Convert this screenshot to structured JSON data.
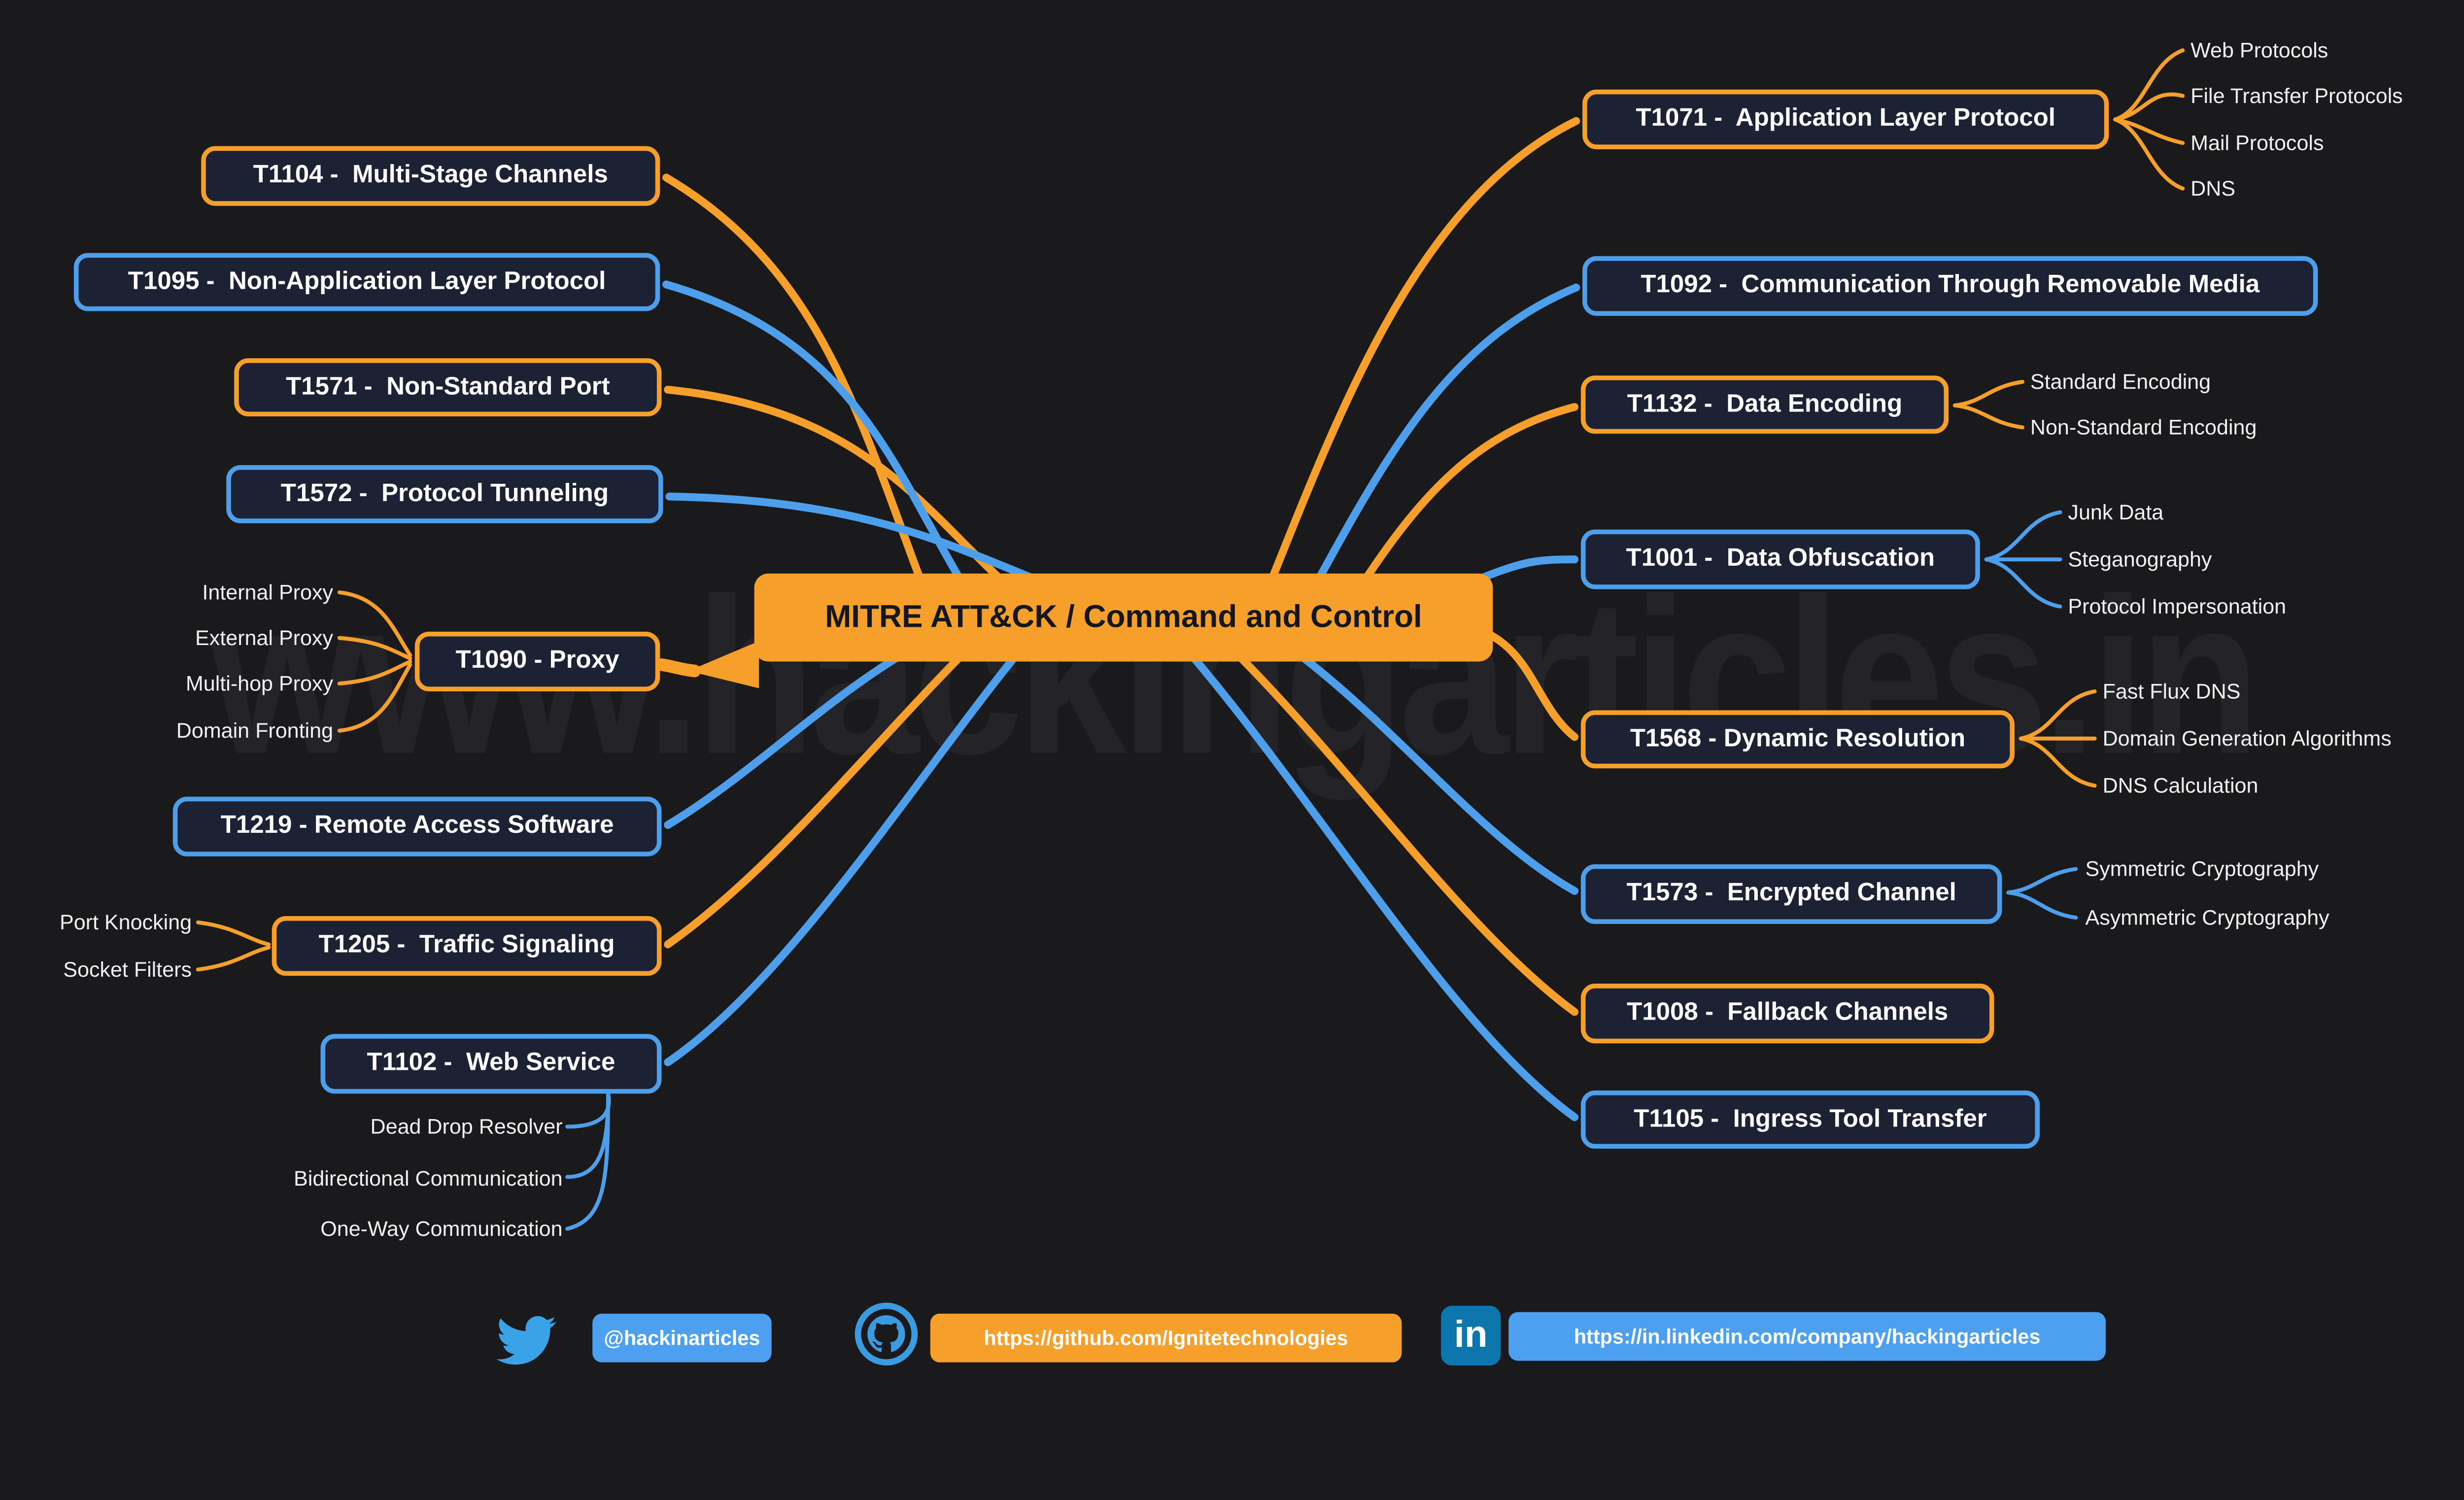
{
  "title": "MITRE ATT&CK / Command and Control",
  "watermark": "www.hackingarticles.in",
  "colors": {
    "background": "#1a1a1c",
    "node_fill": "#1c2134",
    "orange": "#f6a02b",
    "blue": "#4d9fec",
    "twitter_blue": "#3aa3e8",
    "linkedin_blue": "#0d76ad",
    "watermark_gray": "#242428"
  },
  "nodes": [
    {
      "id": "T1104",
      "label": "T1104 -  Multi-Stage Channels",
      "color": "orange",
      "children": []
    },
    {
      "id": "T1095",
      "label": "T1095 -  Non-Application Layer Protocol",
      "color": "blue",
      "children": []
    },
    {
      "id": "T1571",
      "label": "T1571 -  Non-Standard Port",
      "color": "orange",
      "children": []
    },
    {
      "id": "T1572",
      "label": "T1572 -  Protocol Tunneling",
      "color": "blue",
      "children": []
    },
    {
      "id": "T1090",
      "label": "T1090 - Proxy",
      "color": "orange",
      "children": [
        "Internal Proxy",
        "External Proxy",
        "Multi-hop Proxy",
        "Domain Fronting"
      ]
    },
    {
      "id": "T1219",
      "label": "T1219 - Remote Access Software",
      "color": "blue",
      "children": []
    },
    {
      "id": "T1205",
      "label": "T1205 -  Traffic Signaling",
      "color": "orange",
      "children": [
        "Port Knocking",
        "Socket Filters"
      ]
    },
    {
      "id": "T1102",
      "label": "T1102 -  Web Service",
      "color": "blue",
      "children": [
        "Dead Drop Resolver",
        "Bidirectional Communication",
        "One-Way Communication"
      ]
    },
    {
      "id": "T1071",
      "label": "T1071 -  Application Layer Protocol",
      "color": "orange",
      "children": [
        "Web Protocols",
        "File Transfer Protocols",
        "Mail Protocols",
        "DNS"
      ]
    },
    {
      "id": "T1092",
      "label": "T1092 -  Communication Through Removable Media",
      "color": "blue",
      "children": []
    },
    {
      "id": "T1132",
      "label": "T1132 -  Data Encoding",
      "color": "orange",
      "children": [
        "Standard Encoding",
        "Non-Standard Encoding"
      ]
    },
    {
      "id": "T1001",
      "label": "T1001 -  Data Obfuscation",
      "color": "blue",
      "children": [
        "Junk Data",
        "Steganography",
        "Protocol Impersonation"
      ]
    },
    {
      "id": "T1568",
      "label": "T1568 - Dynamic Resolution",
      "color": "orange",
      "children": [
        "Fast Flux DNS",
        "Domain Generation Algorithms",
        "DNS Calculation"
      ]
    },
    {
      "id": "T1573",
      "label": "T1573 -  Encrypted Channel",
      "color": "blue",
      "children": [
        "Symmetric Cryptography",
        "Asymmetric Cryptography"
      ]
    },
    {
      "id": "T1008",
      "label": "T1008 -  Fallback Channels",
      "color": "orange",
      "children": []
    },
    {
      "id": "T1105",
      "label": "T1105 -  Ingress Tool Transfer",
      "color": "blue",
      "children": []
    }
  ],
  "footer": {
    "twitter": {
      "icon": "twitter-bird",
      "label": "@hackinarticles"
    },
    "github": {
      "icon": "github-octocat",
      "label": "https://github.com/Ignitetechnologies"
    },
    "linkedin": {
      "icon": "linkedin-in",
      "icon_text": "in",
      "label": "https://in.linkedin.com/company/hackingarticles"
    }
  }
}
